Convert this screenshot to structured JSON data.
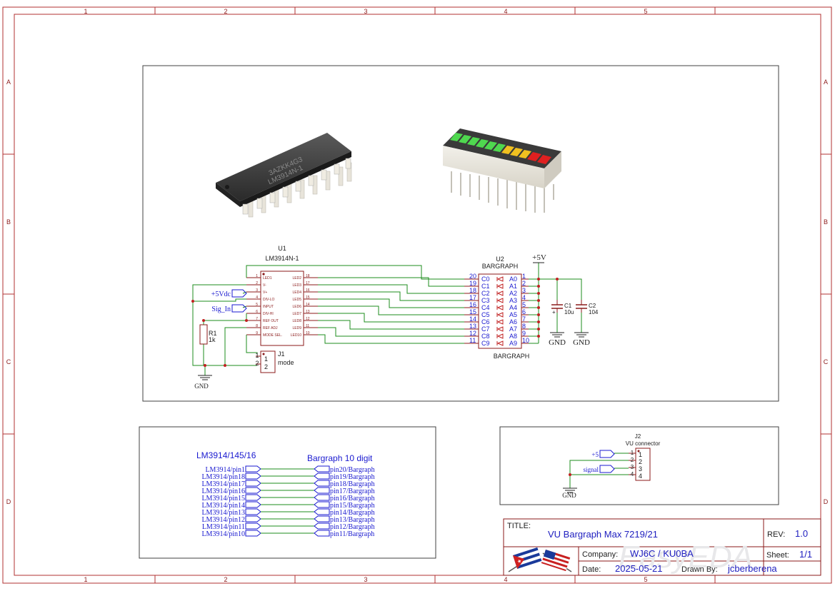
{
  "zones": {
    "columns": [
      "1",
      "2",
      "3",
      "4",
      "5"
    ],
    "rows": [
      "A",
      "B",
      "C",
      "D"
    ]
  },
  "u1": {
    "ref": "U1",
    "value": "LM3914N-1",
    "left_pins": [
      {
        "num": "1",
        "name": "LED1"
      },
      {
        "num": "2",
        "name": "V-"
      },
      {
        "num": "3",
        "name": "V+"
      },
      {
        "num": "4",
        "name": "DIV-LO"
      },
      {
        "num": "5",
        "name": "INPUT"
      },
      {
        "num": "6",
        "name": "DIV-HI"
      },
      {
        "num": "7",
        "name": "REF OUT"
      },
      {
        "num": "8",
        "name": "REF ADJ"
      },
      {
        "num": "9",
        "name": "MODE SEL."
      }
    ],
    "right_pins": [
      {
        "num": "18",
        "name": "LED2"
      },
      {
        "num": "17",
        "name": "LED3"
      },
      {
        "num": "16",
        "name": "LED4"
      },
      {
        "num": "15",
        "name": "LED5"
      },
      {
        "num": "14",
        "name": "LED6"
      },
      {
        "num": "13",
        "name": "LED7"
      },
      {
        "num": "12",
        "name": "LED8"
      },
      {
        "num": "11",
        "name": "LED9"
      },
      {
        "num": "10",
        "name": "LED10"
      }
    ]
  },
  "u2": {
    "ref": "U2",
    "value_top": "BARGRAPH",
    "value_bottom": "BARGRAPH",
    "rows": [
      {
        "lnum": "20",
        "c": "C0",
        "a": "A0",
        "rnum": "1"
      },
      {
        "lnum": "19",
        "c": "C1",
        "a": "A1",
        "rnum": "2"
      },
      {
        "lnum": "18",
        "c": "C2",
        "a": "A2",
        "rnum": "3"
      },
      {
        "lnum": "17",
        "c": "C3",
        "a": "A3",
        "rnum": "4"
      },
      {
        "lnum": "16",
        "c": "C4",
        "a": "A4",
        "rnum": "5"
      },
      {
        "lnum": "15",
        "c": "C5",
        "a": "A5",
        "rnum": "6"
      },
      {
        "lnum": "14",
        "c": "C6",
        "a": "A6",
        "rnum": "7"
      },
      {
        "lnum": "13",
        "c": "C7",
        "a": "A7",
        "rnum": "8"
      },
      {
        "lnum": "12",
        "c": "C8",
        "a": "A8",
        "rnum": "9"
      },
      {
        "lnum": "11",
        "c": "C9",
        "a": "A9",
        "rnum": "10"
      }
    ]
  },
  "nets": {
    "vcc_label": "+5V",
    "gnd1": "GND",
    "gnd2": "GND",
    "gnd3": "GND",
    "gnd4": "GND",
    "vdc_port": "+5Vdc",
    "sig_port": "Sig_In",
    "five_port": "+5",
    "signal_port": "signal"
  },
  "c1": {
    "ref": "C1",
    "value": "10u",
    "plus": "+"
  },
  "c2": {
    "ref": "C2",
    "value": "104"
  },
  "r1": {
    "ref": "R1",
    "value": "1k"
  },
  "j1": {
    "ref": "J1",
    "value": "mode",
    "pins": [
      "1",
      "2"
    ],
    "outer": [
      "1",
      "2"
    ]
  },
  "j2": {
    "ref": "J2",
    "value": "VU connector",
    "pins": [
      "1",
      "2",
      "3",
      "4"
    ],
    "outer": [
      "1",
      "2",
      "3",
      "4"
    ]
  },
  "mapping": {
    "left_title": "LM3914/145/16",
    "right_title": "Bargraph 10 digit",
    "rows": [
      {
        "left": "LM3914/pin1",
        "right": "pin20/Bargraph"
      },
      {
        "left": "LM3914/pin18",
        "right": "pin19/Bargraph"
      },
      {
        "left": "LM3914/pin17",
        "right": "pin18/Bargraph"
      },
      {
        "left": "LM3914/pin16",
        "right": "pin17/Bargraph"
      },
      {
        "left": "LM3914/pin15",
        "right": "pin16/Bargraph"
      },
      {
        "left": "LM3914/pin14",
        "right": "pin15/Bargraph"
      },
      {
        "left": "LM3914/pin13",
        "right": "pin14/Bargraph"
      },
      {
        "left": "LM3914/pin12",
        "right": "pin13/Bargraph"
      },
      {
        "left": "LM3914/pin11",
        "right": "pin12/Bargraph"
      },
      {
        "left": "LM3914/pin10",
        "right": "pin11/Bargraph"
      }
    ]
  },
  "chip_marking": {
    "line1": "3AZKK4G3",
    "line2": "LM3914N-1"
  },
  "title_block": {
    "title_label": "TITLE:",
    "title_value": "VU Bargraph Max 7219/21",
    "rev_label": "REV:",
    "rev_value": "1.0",
    "company_label": "Company:",
    "company_value": "WJ6C / KU0BA",
    "sheet_label": "Sheet:",
    "sheet_value": "1/1",
    "date_label": "Date:",
    "date_value": "2025-05-21",
    "drawn_label": "Drawn By:",
    "drawn_value": "jcberberena",
    "watermark": "EasyEDA"
  },
  "colors": {
    "frame": "#b03030",
    "wire": "#1e8c1e",
    "component": "#8b1a1a",
    "text_blue": "#1a1ad0"
  }
}
